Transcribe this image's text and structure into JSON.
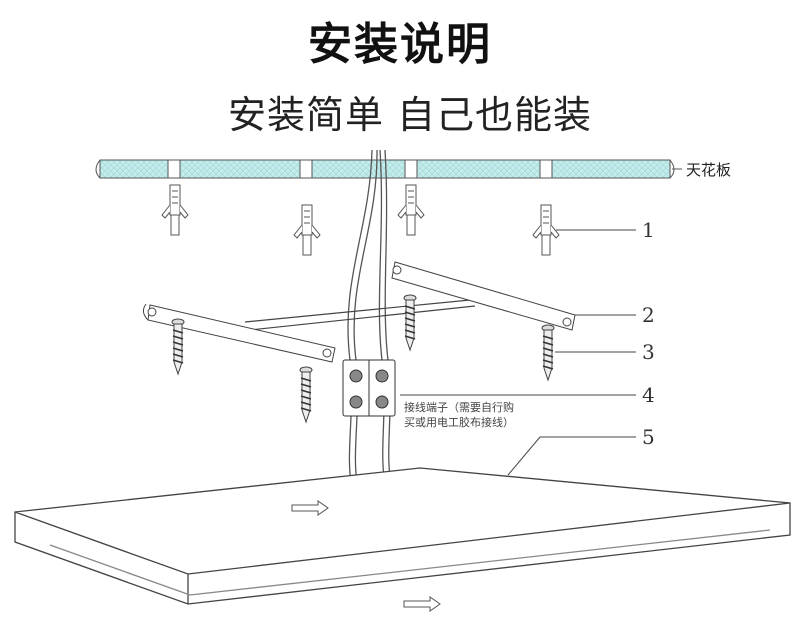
{
  "title": "安装说明",
  "subtitle": "安装简单 自己也能装",
  "labels": {
    "ceiling": "天花板",
    "part1": "1",
    "part2": "2",
    "part3": "3",
    "part4": "4",
    "part5": "5",
    "note_line1": "接线端子（需要自行购",
    "note_line2": "买或用电工胶布接线）"
  },
  "colors": {
    "ceiling_fill": "#c4ecec",
    "line": "#444444"
  }
}
